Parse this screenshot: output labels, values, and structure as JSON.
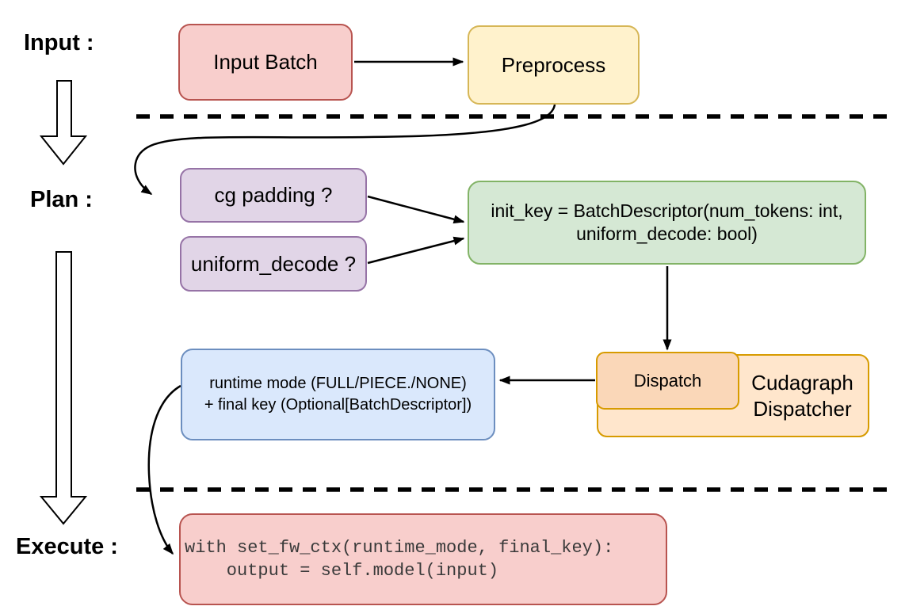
{
  "stage_labels": {
    "input": "Input :",
    "plan": "Plan :",
    "execute": "Execute :"
  },
  "nodes": {
    "input_batch": {
      "label": "Input Batch"
    },
    "preprocess": {
      "label": "Preprocess"
    },
    "cg_padding": {
      "label": "cg padding ?"
    },
    "uniform_decode": {
      "label": "uniform_decode ?"
    },
    "init_key": {
      "line1": "init_key = BatchDescriptor(num_tokens: int,",
      "line2": "uniform_decode: bool)"
    },
    "dispatch": {
      "label": "Dispatch"
    },
    "cudagraph_dispatcher": {
      "line1": "Cudagraph",
      "line2": "Dispatcher"
    },
    "runtime_mode": {
      "line1": "runtime mode (FULL/PIECE./NONE)",
      "line2": "+ final key (Optional[BatchDescriptor])"
    },
    "execute_code": {
      "line1": "with set_fw_ctx(runtime_mode, final_key):",
      "line2": "    output = self.model(input)"
    }
  },
  "icons": {
    "stage_arrows": "hollow-down-arrow",
    "flow_arrows": "solid-black-arrow"
  },
  "colors": {
    "background": "#ffffff",
    "red_fill": "#f8cecc",
    "red_stroke": "#b85450",
    "yellow_fill": "#fff2cc",
    "yellow_stroke": "#d6b656",
    "purple_fill": "#e1d5e7",
    "purple_stroke": "#9673a6",
    "green_fill": "#d5e8d4",
    "green_stroke": "#82b366",
    "blue_fill": "#dae8fc",
    "blue_stroke": "#6c8ebf",
    "orange_outer_fill": "#ffe6cc",
    "orange_stroke": "#d79b00",
    "orange_inner_fill": "#fad7b8",
    "line_color": "#000000"
  }
}
